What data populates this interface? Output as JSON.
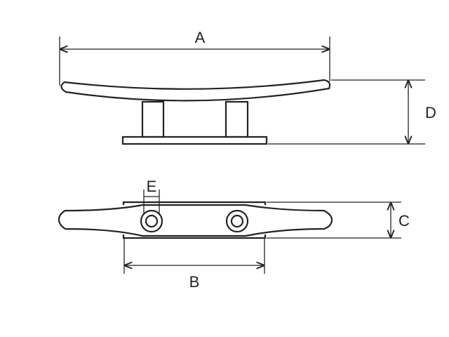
{
  "diagram": {
    "dimensions": {
      "a": "A",
      "b": "B",
      "c": "C",
      "d": "D",
      "e": "E"
    }
  },
  "colors": {
    "stroke": "#222222",
    "background": "#ffffff"
  }
}
